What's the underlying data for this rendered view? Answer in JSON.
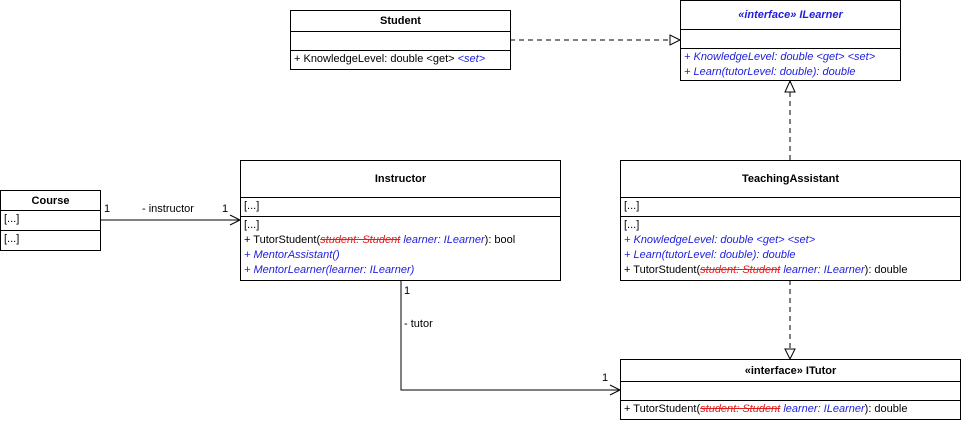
{
  "student": {
    "title": "Student",
    "members": [
      {
        "text": "+ KnowledgeLevel: double <get> ",
        "extra": "<set>"
      }
    ]
  },
  "ilearner": {
    "title": "«interface» ILearner",
    "members": [
      "+ KnowledgeLevel: double <get> <set>",
      "+ Learn(tutorLevel: double): double"
    ]
  },
  "course": {
    "title": "Course",
    "section1": "[...]",
    "section2": "[...]"
  },
  "instructor": {
    "title": "Instructor",
    "section1": "[...]",
    "section2_first": "[...]",
    "tutor_prefix": "+ TutorStudent(",
    "tutor_strike": "student: Student",
    "tutor_param": " learner: ILearner",
    "tutor_suffix": "): bool",
    "mentor_assistant": "+ MentorAssistant()",
    "mentor_learner": "+ MentorLearner(learner: ILearner)"
  },
  "teaching_assistant": {
    "title": "TeachingAssistant",
    "section1": "[...]",
    "section2_first": "[...]",
    "knowledge": "+ KnowledgeLevel: double <get> <set>",
    "learn": "+ Learn(tutorLevel: double): double",
    "tutor_prefix": "+ TutorStudent(",
    "tutor_strike": "student: Student",
    "tutor_param": " learner: ILearner",
    "tutor_suffix": "): double"
  },
  "itutor": {
    "title": "«interface» ITutor",
    "tutor_prefix": "+ TutorStudent(",
    "tutor_strike": "student: Student",
    "tutor_param": " learner: ILearner",
    "tutor_suffix": "): double"
  },
  "associations": {
    "course_instructor": {
      "role": "- instructor",
      "mult_source": "1",
      "mult_target": "1"
    },
    "instructor_itutor": {
      "role": "- tutor",
      "mult_source": "1",
      "mult_target": "1"
    }
  },
  "colors": {
    "interface_text": "#1e1edc",
    "removed_param": "#e02020",
    "line": "#000000"
  }
}
